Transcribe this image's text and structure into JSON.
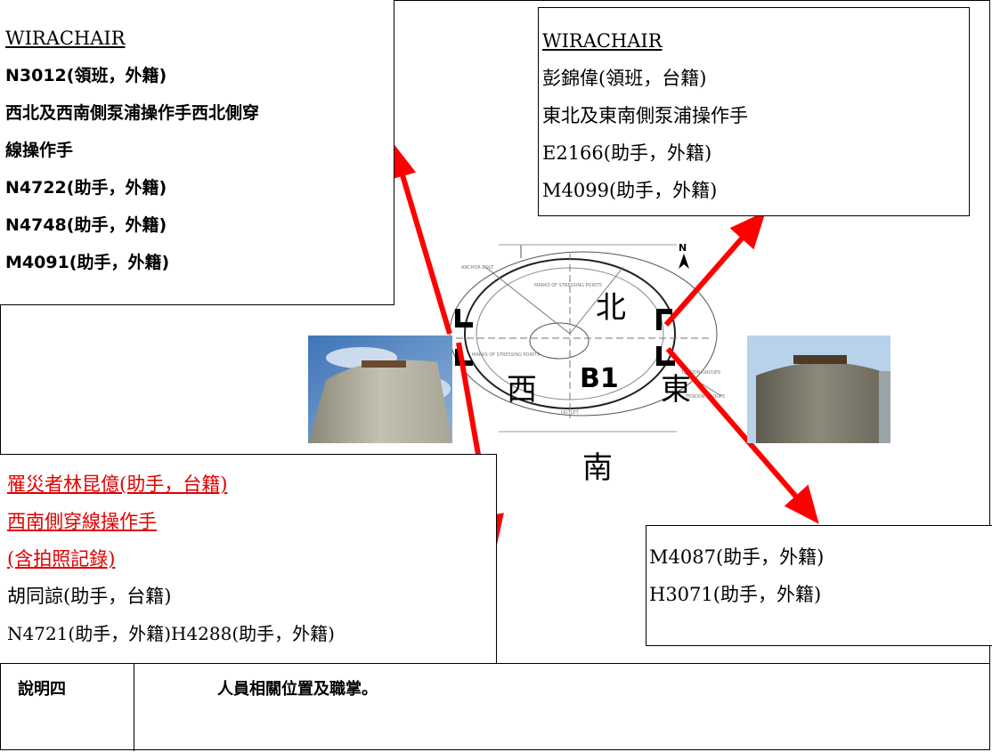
{
  "north_west_box": {
    "title": "WIRACHAIR",
    "lines": [
      "N3012(領班，外籍)",
      "西北及西南側泵浦操作手西北側穿",
      "線操作手",
      "N4722(助手，外籍)",
      "N4748(助手，外籍)",
      "M4091(助手，外籍)"
    ]
  },
  "north_east_box": {
    "title": "WIRACHAIR",
    "lines": [
      "彭錦偉(領班，台籍)",
      "東北及東南側泵浦操作手",
      "E2166(助手，外籍)",
      "M4099(助手，外籍)"
    ]
  },
  "south_west_box": {
    "red_lines": [
      "罹災者林昆億(助手，台籍)",
      "西南側穿線操作手",
      "(含拍照記錄)"
    ],
    "lines": [
      "胡同諒(助手，台籍)",
      "N4721(助手，外籍)H4288(助手，外籍)"
    ]
  },
  "south_east_box": {
    "lines": [
      "M4087(助手，外籍)",
      "H3071(助手，外籍)"
    ]
  },
  "plan": {
    "north": "北",
    "west": "西",
    "east": "東",
    "south": "南",
    "center": "B1",
    "compass": "N"
  },
  "footer": {
    "label": "說明四",
    "text": "人員相關位置及職掌。"
  },
  "colors": {
    "arrow": "#ff0000",
    "red_text": "#e00000"
  }
}
